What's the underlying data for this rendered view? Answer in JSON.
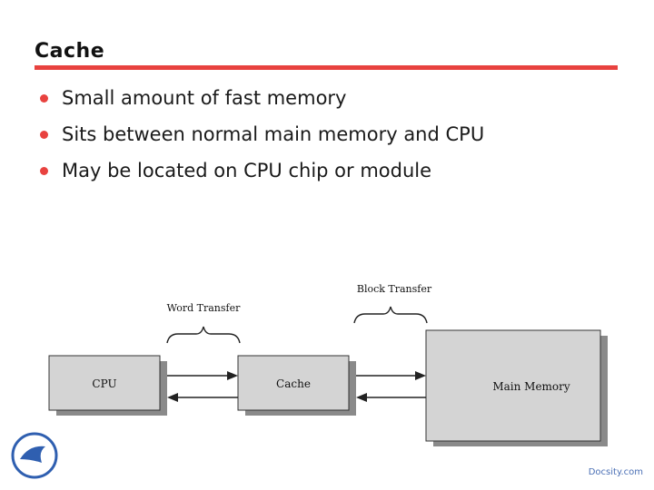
{
  "slide": {
    "title": "Cache",
    "bullets": [
      "Small amount of fast memory",
      "Sits between normal main memory and CPU",
      "May be located on CPU chip or module"
    ],
    "footer": "Docsity.com"
  },
  "diagram": {
    "cpu_label": "CPU",
    "cache_label": "Cache",
    "main_memory_label": "Main Memory",
    "word_transfer_label": "Word Transfer",
    "block_transfer_label": "Block Transfer"
  },
  "colors": {
    "accent": "#e8423f",
    "bullet": "#e8423f",
    "box_fill": "#d4d4d4",
    "box_shadow": "#8a8a8a",
    "footer_link": "#4a6fb5",
    "logo": "#2f5fb0"
  },
  "icons": {
    "logo": "docsity-logo-icon"
  }
}
